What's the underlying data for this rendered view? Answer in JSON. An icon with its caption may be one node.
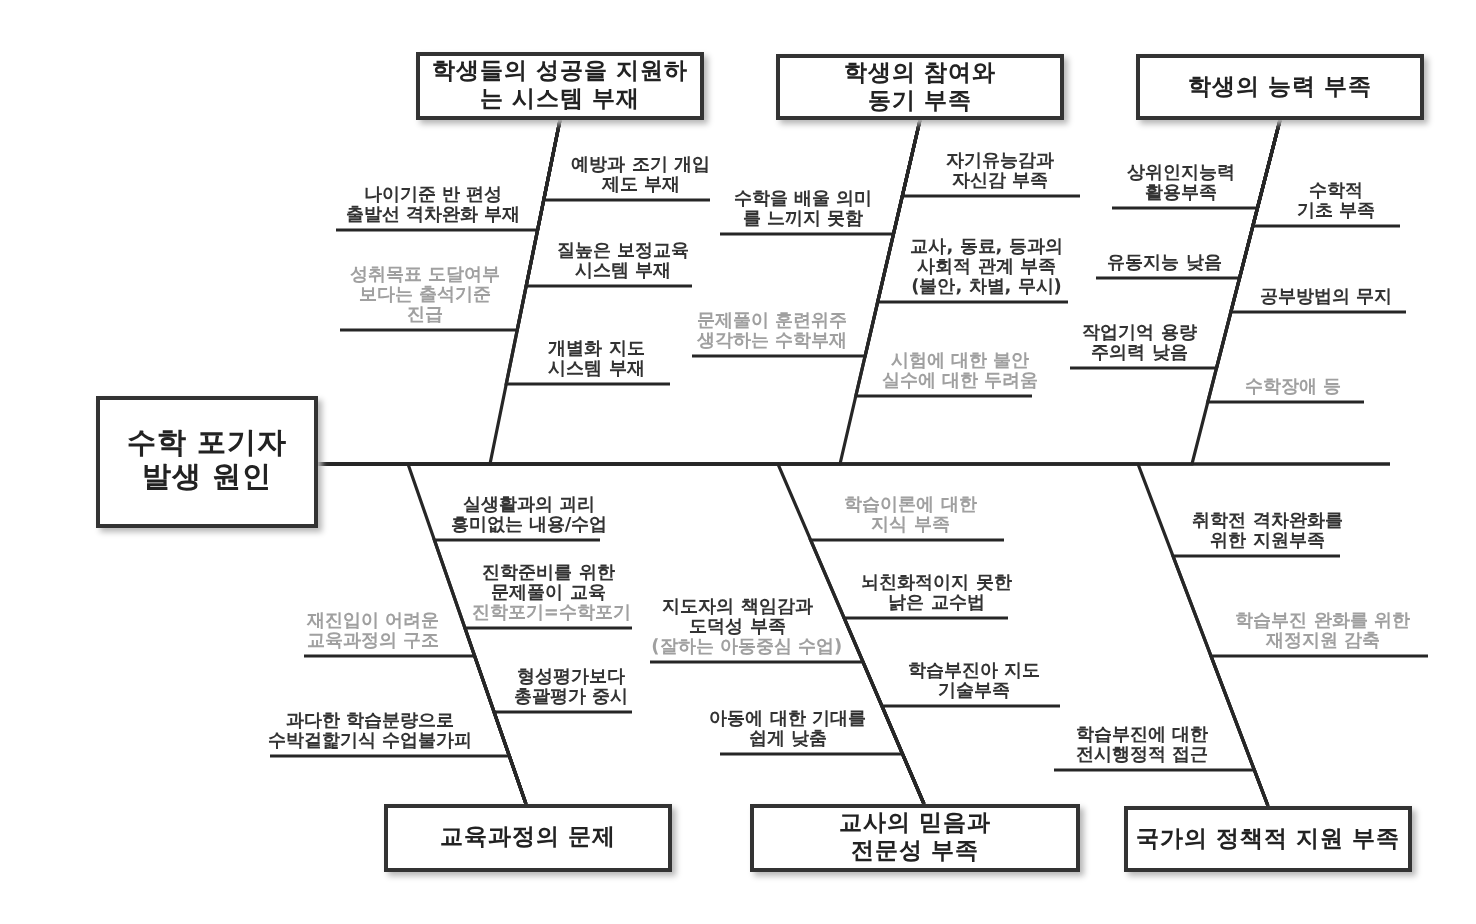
{
  "diagram": {
    "nodes": [
      {
        "text": [
          "수학 포기자 발생 원인"
        ]
      },
      {
        "text": [
          "학생들의 성공을 지원하는 시스템 부재"
        ]
      },
      {
        "text": [
          "예방과 조기 개입 제도 부재"
        ]
      },
      {
        "text": [
          "나이기준 반 편성 출발선 격차완화 부재"
        ]
      },
      {
        "text": [
          "질높은 보정교육 시스템 부재"
        ]
      },
      {
        "text": [
          "성취목표 도달여부보다는 출석기준 진급"
        ]
      },
      {
        "text": [
          "개별화 지도 시스템 부재"
        ]
      },
      {
        "text": [
          "학생의 참여와 동기 부족"
        ]
      },
      {
        "text": [
          "자기유능감과 자신감 부족"
        ]
      },
      {
        "text": [
          "수학을 배울 의미를 느끼지 못함"
        ]
      },
      {
        "text": [
          "교사, 동료, 등과의 사회적 관계 부족 (불안, 차별, 무시)"
        ]
      },
      {
        "text": [
          "문제풀이 훈련위주 생각하는 수학부재"
        ]
      },
      {
        "text": [
          "시험에 대한 불안 실수에 대한 두려움"
        ]
      },
      {
        "text": [
          "학생의 능력 부족"
        ]
      },
      {
        "text": [
          "상위인지능력 활용부족"
        ]
      },
      {
        "text": [
          "수학적 기초 부족"
        ]
      },
      {
        "text": [
          "유동지능 낮음"
        ]
      },
      {
        "text": [
          "공부방법의 무지"
        ]
      },
      {
        "text": [
          "작업기억 용량 주의력 낮음"
        ]
      },
      {
        "text": [
          "수학장애 등"
        ]
      },
      {
        "text": [
          "교육과정의 문제"
        ]
      },
      {
        "text": [
          "실생활과의 괴리 흥미없는 내용/수업"
        ]
      },
      {
        "text": [
          "진학준비를 위한 문제풀이 교육",
          "진학포기=수학포기"
        ]
      },
      {
        "text": [
          "재진입이 어려운 교육과정의 구조"
        ]
      },
      {
        "text": [
          "형성평가보다 총괄평가 중시"
        ]
      },
      {
        "text": [
          "과다한 학습분량으로 수박겉핥기식 수업불가피"
        ]
      },
      {
        "text": [
          "교사의 믿음과 전문성 부족"
        ]
      },
      {
        "text": [
          "학습이론에 대한 지식 부족"
        ]
      },
      {
        "text": [
          "뇌친화적이지 못한 낡은 교수법"
        ]
      },
      {
        "text": [
          "지도자의 책임감과 도덕성 부족",
          "(잘하는 아동중심 수업)"
        ]
      },
      {
        "text": [
          "학습부진아 지도 기술부족"
        ]
      },
      {
        "text": [
          "아동에 대한 기대를 쉽게 낮춤"
        ]
      },
      {
        "text": [
          "국가의 정책적 지원 부족"
        ]
      },
      {
        "text": [
          "취학전 격차완화를 위한 지원부족"
        ]
      },
      {
        "text": [
          "학습부진 완화를 위한 재정지원 감축"
        ]
      },
      {
        "text": [
          "학습부진에 대한 전시행정적 접근"
        ]
      }
    ],
    "edges": [
      {
        "from": 1,
        "to": 0,
        "arrow": "none"
      },
      {
        "from": 2,
        "to": 1,
        "arrow": "none"
      },
      {
        "from": 3,
        "to": 1,
        "arrow": "none"
      },
      {
        "from": 4,
        "to": 1,
        "arrow": "none"
      },
      {
        "from": 5,
        "to": 1,
        "arrow": "none"
      },
      {
        "from": 6,
        "to": 1,
        "arrow": "none"
      },
      {
        "from": 7,
        "to": 0,
        "arrow": "none"
      },
      {
        "from": 8,
        "to": 7,
        "arrow": "none"
      },
      {
        "from": 9,
        "to": 7,
        "arrow": "none"
      },
      {
        "from": 10,
        "to": 7,
        "arrow": "none"
      },
      {
        "from": 11,
        "to": 7,
        "arrow": "none"
      },
      {
        "from": 12,
        "to": 7,
        "arrow": "none"
      },
      {
        "from": 13,
        "to": 0,
        "arrow": "none"
      },
      {
        "from": 14,
        "to": 13,
        "arrow": "none"
      },
      {
        "from": 15,
        "to": 13,
        "arrow": "none"
      },
      {
        "from": 16,
        "to": 13,
        "arrow": "none"
      },
      {
        "from": 17,
        "to": 13,
        "arrow": "none"
      },
      {
        "from": 18,
        "to": 13,
        "arrow": "none"
      },
      {
        "from": 19,
        "to": 13,
        "arrow": "none"
      },
      {
        "from": 20,
        "to": 0,
        "arrow": "none"
      },
      {
        "from": 21,
        "to": 20,
        "arrow": "none"
      },
      {
        "from": 22,
        "to": 20,
        "arrow": "none"
      },
      {
        "from": 23,
        "to": 20,
        "arrow": "none"
      },
      {
        "from": 24,
        "to": 20,
        "arrow": "none"
      },
      {
        "from": 25,
        "to": 20,
        "arrow": "none"
      },
      {
        "from": 26,
        "to": 0,
        "arrow": "none"
      },
      {
        "from": 27,
        "to": 26,
        "arrow": "none"
      },
      {
        "from": 28,
        "to": 26,
        "arrow": "none"
      },
      {
        "from": 29,
        "to": 26,
        "arrow": "none"
      },
      {
        "from": 30,
        "to": 26,
        "arrow": "none"
      },
      {
        "from": 31,
        "to": 26,
        "arrow": "none"
      },
      {
        "from": 32,
        "to": 0,
        "arrow": "none"
      },
      {
        "from": 33,
        "to": 32,
        "arrow": "none"
      },
      {
        "from": 34,
        "to": 32,
        "arrow": "none"
      },
      {
        "from": 35,
        "to": 32,
        "arrow": "none"
      }
    ]
  }
}
